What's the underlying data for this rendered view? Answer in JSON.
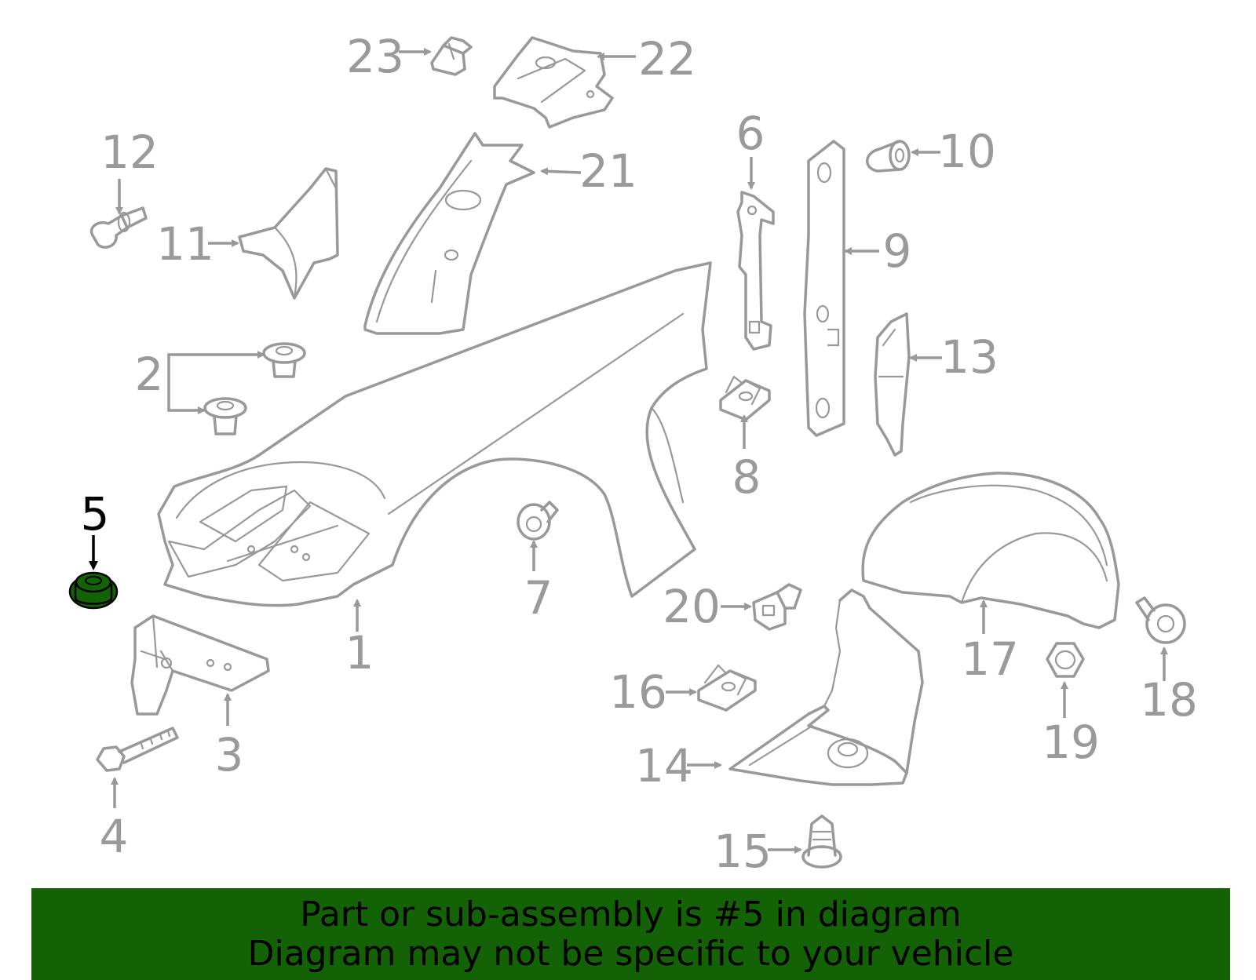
{
  "diagram": {
    "highlight_color": "#136205",
    "part_line_color": "#999999",
    "callouts": [
      {
        "id": "1",
        "label": "1"
      },
      {
        "id": "2",
        "label": "2"
      },
      {
        "id": "3",
        "label": "3"
      },
      {
        "id": "4",
        "label": "4"
      },
      {
        "id": "5",
        "label": "5",
        "highlighted": true
      },
      {
        "id": "6",
        "label": "6"
      },
      {
        "id": "7",
        "label": "7"
      },
      {
        "id": "8",
        "label": "8"
      },
      {
        "id": "9",
        "label": "9"
      },
      {
        "id": "10",
        "label": "10"
      },
      {
        "id": "11",
        "label": "11"
      },
      {
        "id": "12",
        "label": "12"
      },
      {
        "id": "13",
        "label": "13"
      },
      {
        "id": "14",
        "label": "14"
      },
      {
        "id": "15",
        "label": "15"
      },
      {
        "id": "16",
        "label": "16"
      },
      {
        "id": "17",
        "label": "17"
      },
      {
        "id": "18",
        "label": "18"
      },
      {
        "id": "19",
        "label": "19"
      },
      {
        "id": "20",
        "label": "20"
      },
      {
        "id": "21",
        "label": "21"
      },
      {
        "id": "22",
        "label": "22"
      },
      {
        "id": "23",
        "label": "23"
      }
    ]
  },
  "banner": {
    "line1": "Part or sub-assembly is #5 in diagram",
    "line2": "Diagram may not be specific to your vehicle",
    "background": "#136205"
  }
}
